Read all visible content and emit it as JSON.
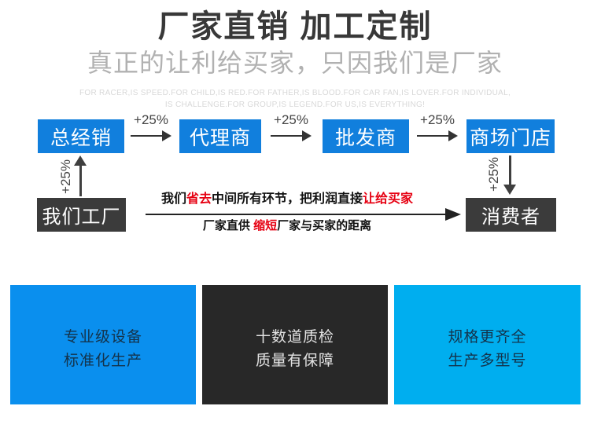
{
  "header": {
    "title": "厂家直销 加工定制",
    "subtitle": "真正的让利给买家，只因我们是厂家",
    "tagline_line1": "FOR RACER,IS SPEED.FOR CHILD,IS RED.FOR FATHER,IS BLOOD.FOR CAR FAN,IS LOVER.FOR INDIVIDUAL,",
    "tagline_line2": "IS CHALLENGE.FOR GROUP,IS LEGEND.FOR US,IS EVERYTHING!"
  },
  "flow": {
    "increment": "+25%",
    "chain": [
      {
        "label": "总经销"
      },
      {
        "label": "代理商"
      },
      {
        "label": "批发商"
      },
      {
        "label": "商场门店"
      }
    ],
    "factory": "我们工厂",
    "consumer": "消费者",
    "message1": {
      "seg1": "我们",
      "seg2_red": "省去",
      "seg3": "中间所有环节，把利润直接",
      "seg4_red": "让给买家"
    },
    "message2": {
      "seg1": "厂家直供 ",
      "seg2_red": "缩短",
      "seg3": "厂家与买家的距离"
    }
  },
  "features": [
    {
      "line1": "专业级设备",
      "line2": "标准化生产"
    },
    {
      "line1": "十数道质检",
      "line2": "质量有保障"
    },
    {
      "line1": "规格更齐全",
      "line2": "生产多型号"
    }
  ],
  "colors": {
    "chain_box_blue": "#117fdd",
    "dark_box_gray": "#3b3b3b",
    "accent_red": "#e60012",
    "feature_blue": "#0a8fee",
    "feature_dark": "#282828",
    "feature_cyan": "#00aeef"
  }
}
